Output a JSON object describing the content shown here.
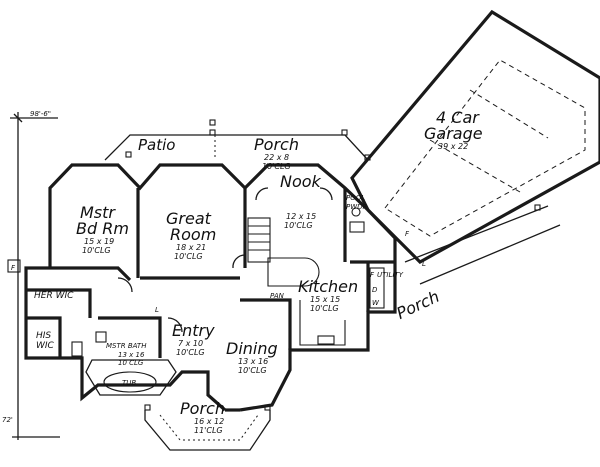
{
  "overall": {
    "width_label": "98'-6\"",
    "depth_label": "72'"
  },
  "rooms": {
    "patio": {
      "name": "Patio"
    },
    "porch_rear": {
      "name": "Porch",
      "size": "22 x 8",
      "ceiling": "10'CLG"
    },
    "garage": {
      "name_line1": "4 Car",
      "name_line2": "Garage",
      "size": "39 x 22"
    },
    "master": {
      "name_line1": "Mstr",
      "name_line2": "Bd Rm",
      "size": "15 x 19",
      "ceiling": "10'CLG"
    },
    "great": {
      "name_line1": "Great",
      "name_line2": "Room",
      "size": "18 x 21",
      "ceiling": "10'CLG"
    },
    "nook": {
      "name": "Nook",
      "size": "12 x 15",
      "ceiling": "10'CLG"
    },
    "powder": {
      "name_line1": "POOL",
      "name_line2": "PWDR"
    },
    "utility": {
      "name": "UTILITY"
    },
    "kitchen": {
      "name": "Kitchen",
      "size": "15 x 15",
      "ceiling": "10'CLG"
    },
    "her_wic": {
      "name": "HER WIC"
    },
    "his_wic": {
      "name_line1": "HIS",
      "name_line2": "WIC"
    },
    "mstr_bath": {
      "name": "MSTR BATH",
      "size": "13 x 16",
      "ceiling": "10 CLG"
    },
    "tub": {
      "name": "TUB"
    },
    "entry": {
      "name": "Entry",
      "size": "7 x 10",
      "ceiling": "10'CLG"
    },
    "dining": {
      "name": "Dining",
      "size": "13 x 16",
      "ceiling": "10'CLG"
    },
    "porch_side": {
      "name": "Porch"
    },
    "porch_front": {
      "name": "Porch",
      "size": "16 x 12",
      "ceiling": "11'CLG"
    }
  },
  "fixtures": {
    "pantry": "PAN",
    "freezer_a": "F",
    "freezer_b": "F",
    "freezer_c": "F",
    "linen_a": "L",
    "linen_b": "L",
    "dryer": "D",
    "washer": "W"
  }
}
